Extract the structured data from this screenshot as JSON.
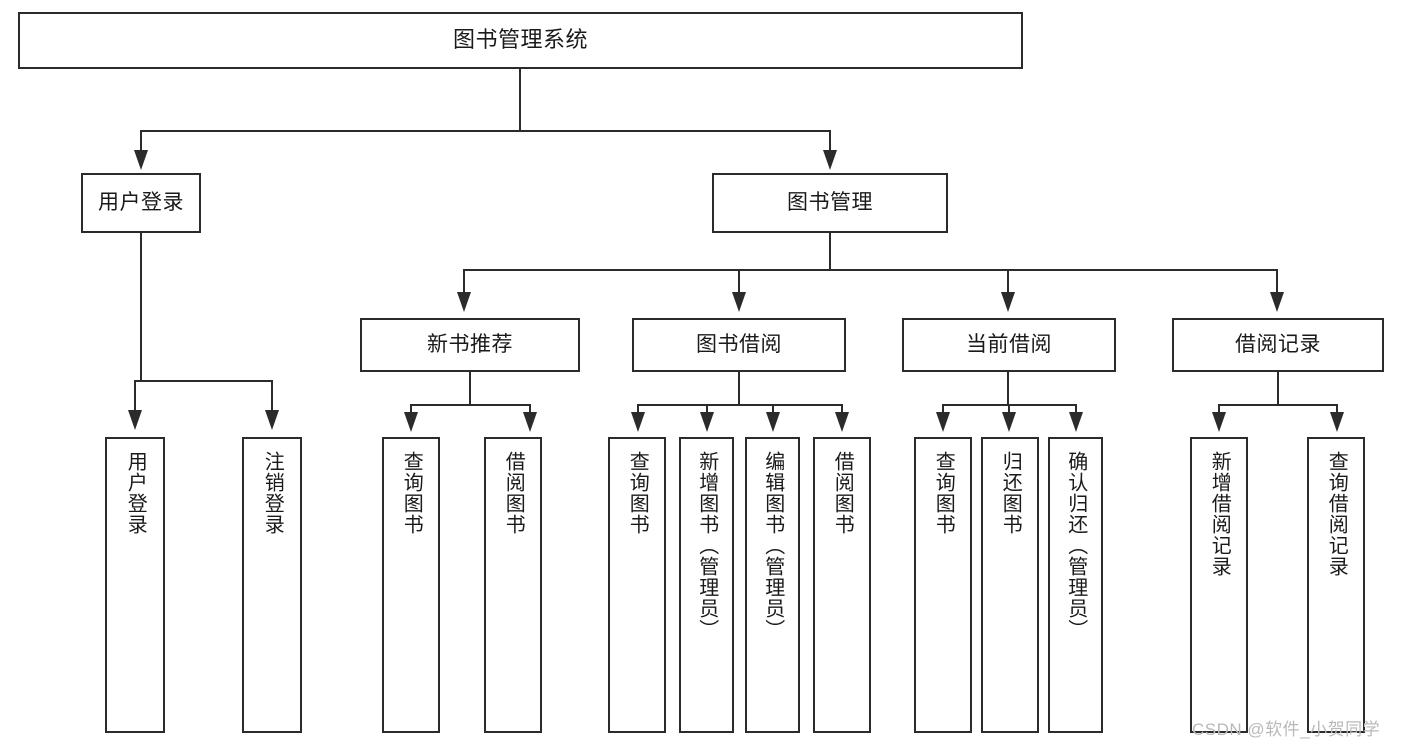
{
  "diagram": {
    "type": "tree",
    "title": "图书管理系统",
    "background_color": "#ffffff",
    "line_color": "#2b2b2b",
    "text_color": "#1a1a1a",
    "root": {
      "label": "图书管理系统"
    },
    "level2": [
      {
        "label": "用户登录"
      },
      {
        "label": "图书管理"
      }
    ],
    "level3": [
      {
        "label": "新书推荐"
      },
      {
        "label": "图书借阅"
      },
      {
        "label": "当前借阅"
      },
      {
        "label": "借阅记录"
      }
    ],
    "leaves": {
      "user_login": [
        {
          "label": "用户登录"
        },
        {
          "label": "注销登录"
        }
      ],
      "new_book": [
        {
          "label": "查询图书"
        },
        {
          "label": "借阅图书"
        }
      ],
      "borrow_book": [
        {
          "label": "查询图书"
        },
        {
          "label": "新增图书（管理员）"
        },
        {
          "label": "编辑图书（管理员）"
        },
        {
          "label": "借阅图书"
        }
      ],
      "current_borrow": [
        {
          "label": "查询图书"
        },
        {
          "label": "归还图书"
        },
        {
          "label": "确认归还（管理员）"
        }
      ],
      "borrow_record": [
        {
          "label": "新增借阅记录"
        },
        {
          "label": "查询借阅记录"
        }
      ]
    }
  },
  "watermark": {
    "text": "CSDN @软件_小贺同学"
  }
}
